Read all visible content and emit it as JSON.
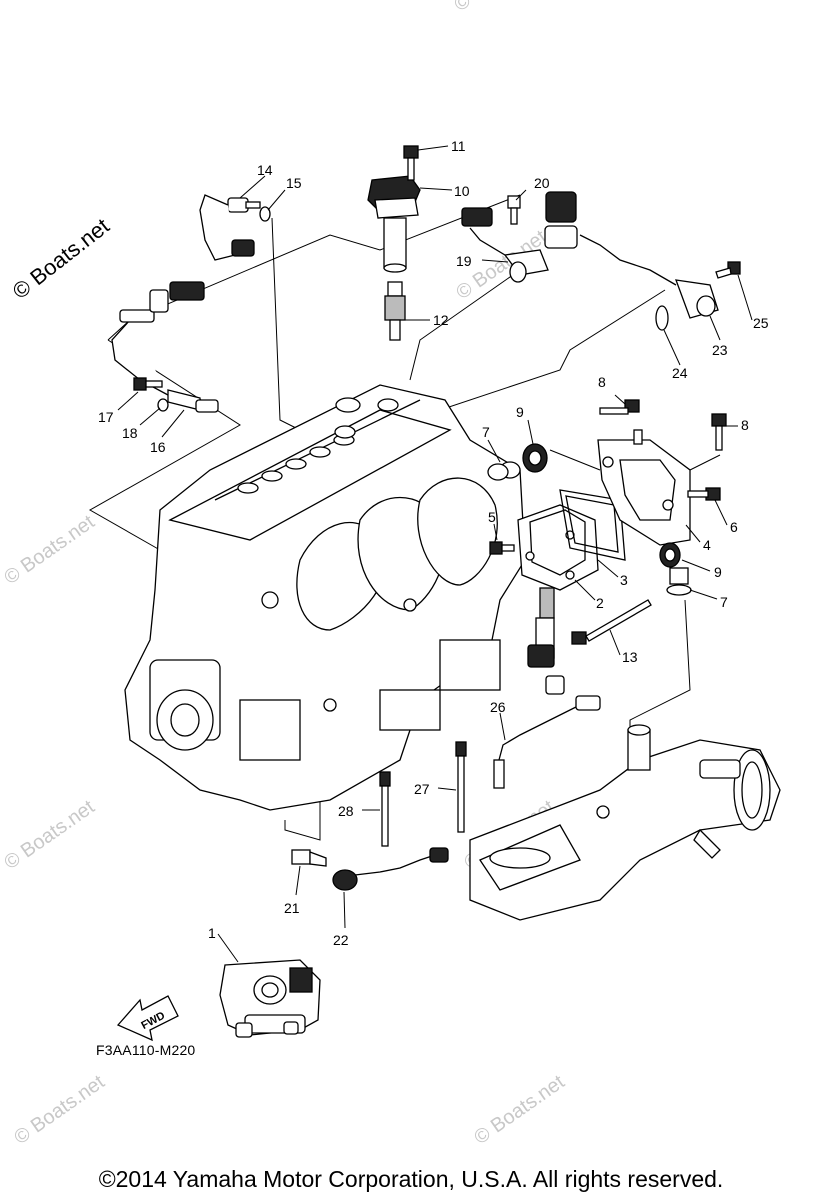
{
  "diagram": {
    "figure_code": "F3AA110-M220",
    "fwd_label": "FWD",
    "copyright": "©2014 Yamaha Motor Corporation, U.S.A. All rights reserved.",
    "watermark": "© Boats.net",
    "callouts": [
      "1",
      "2",
      "3",
      "4",
      "5",
      "6",
      "7",
      "7",
      "8",
      "8",
      "9",
      "9",
      "10",
      "11",
      "12",
      "13",
      "14",
      "15",
      "16",
      "17",
      "18",
      "19",
      "20",
      "21",
      "22",
      "23",
      "24",
      "25",
      "26",
      "27",
      "28"
    ]
  }
}
